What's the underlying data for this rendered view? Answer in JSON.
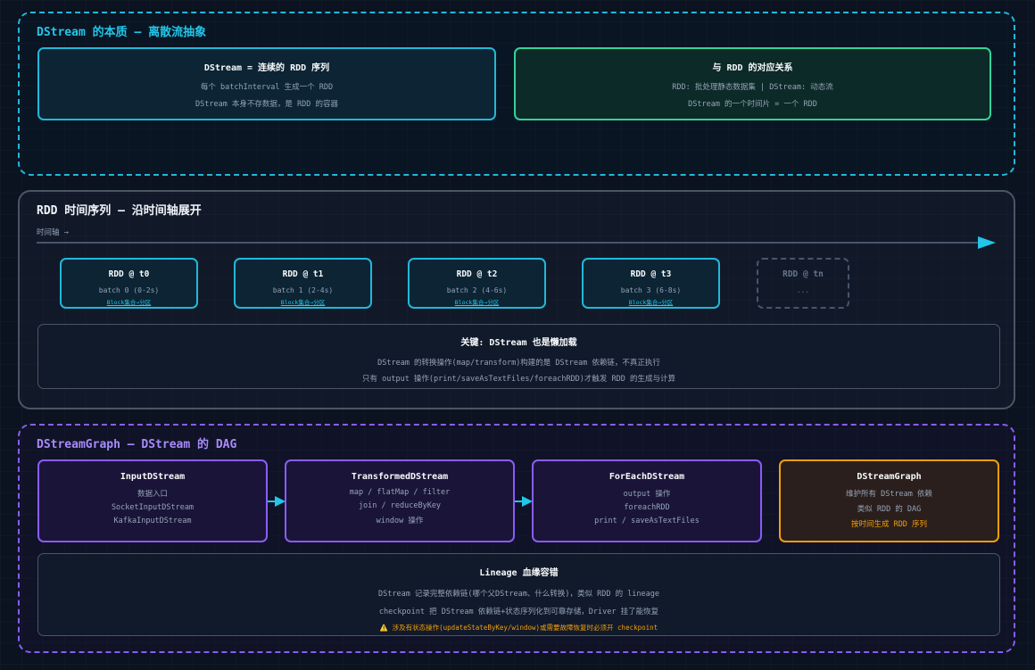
{
  "section1": {
    "title": "DStream 的本质 — 离散流抽象",
    "box_dstream": {
      "title": "DStream = 连续的 RDD 序列",
      "lines": [
        "每个 batchInterval 生成一个 RDD",
        "DStream 本身不存数据，是 RDD 的容器"
      ]
    },
    "box_rdd": {
      "title": "与 RDD 的对应关系",
      "lines": [
        "RDD: 批处理静态数据集 | DStream: 动态流",
        "DStream 的一个时间片 = 一个 RDD"
      ]
    }
  },
  "section2": {
    "title": "RDD 时间序列 — 沿时间轴展开",
    "timeline_label": "时间轴 →",
    "rdds": [
      {
        "title": "RDD @ t0",
        "batch": "batch 0 (0-2s)",
        "sub": "Block集合→分区"
      },
      {
        "title": "RDD @ t1",
        "batch": "batch 1 (2-4s)",
        "sub": "Block集合→分区"
      },
      {
        "title": "RDD @ t2",
        "batch": "batch 2 (4-6s)",
        "sub": "Block集合→分区"
      },
      {
        "title": "RDD @ t3",
        "batch": "batch 3 (6-8s)",
        "sub": "Block集合→分区"
      }
    ],
    "rdd_tn": {
      "title": "RDD @ tn",
      "batch": "..."
    },
    "key": {
      "title": "关键: DStream 也是懒加载",
      "lines": [
        "DStream 的转换操作(map/transform)构建的是 DStream 依赖链，不真正执行",
        "只有 output 操作(print/saveAsTextFiles/foreachRDD)才触发 RDD 的生成与计算"
      ]
    }
  },
  "section3": {
    "title": "DStreamGraph — DStream 的 DAG",
    "boxes": [
      {
        "title": "InputDStream",
        "lines": [
          "数据入口",
          "SocketInputDStream",
          "KafkaInputDStream"
        ]
      },
      {
        "title": "TransformedDStream",
        "lines": [
          "map / flatMap / filter",
          "join / reduceByKey",
          "window 操作"
        ]
      },
      {
        "title": "ForEachDStream",
        "lines": [
          "output 操作",
          "foreachRDD",
          "print / saveAsTextFiles"
        ]
      }
    ],
    "graph_box": {
      "title": "DStreamGraph",
      "lines": [
        "维护所有 DStream 依赖",
        "类似 RDD 的 DAG"
      ],
      "accent_line": "按时间生成 RDD 序列"
    },
    "lineage": {
      "title": "Lineage 血缘容错",
      "lines": [
        "DStream 记录完整依赖链(哪个父DStream、什么转换)，类似 RDD 的 lineage",
        "checkpoint 把 DStream 依赖链+状态序列化到可靠存储，Driver 挂了能恢复"
      ],
      "warning": "⚠️ 涉及有状态操作(updateStateByKey/window)或需要故障恢复时必须开 checkpoint"
    }
  },
  "colors": {
    "cyan": "#22b8d8",
    "green": "#34d399",
    "purple": "#8b5cf6",
    "amber": "#f59e0b"
  }
}
